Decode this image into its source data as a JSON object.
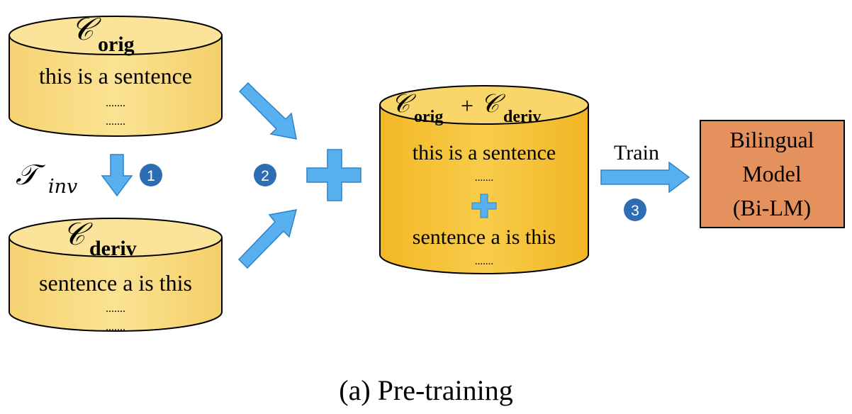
{
  "corpus_orig": {
    "symbol": "𝒞",
    "subscript": "orig",
    "line1": "this is a sentence",
    "dots1": ".......",
    "dots2": "......."
  },
  "corpus_deriv": {
    "symbol": "𝒞",
    "subscript": "deriv",
    "line1": "sentence a is this",
    "dots1": ".......",
    "dots2": "......."
  },
  "corpus_combined": {
    "symbol1": "𝒞",
    "subscript1": "orig",
    "plus": "+",
    "symbol2": "𝒞",
    "subscript2": "deriv",
    "line1": "this is a sentence",
    "dots1": ".......",
    "plus_mark": "+",
    "line2": "sentence a is this",
    "dots2": "......."
  },
  "transform": {
    "symbol": "𝒯",
    "subscript": "inv"
  },
  "steps": {
    "step1": "1",
    "step2": "2",
    "step3": "3"
  },
  "train_label": "Train",
  "model_box": {
    "line1": "Bilingual",
    "line2": "Model",
    "line3": "(Bi-LM)"
  },
  "caption": "(a) Pre-training",
  "colors": {
    "cylinder_light": "#f9df83",
    "cylinder_top": "#fbe49a",
    "cylinder_dark": "#f5c232",
    "cylinder_dark_top": "#f8d66a",
    "arrow_blue": "#58b1ee",
    "step_circle": "#2e6db4",
    "model_fill": "#e4915d"
  }
}
